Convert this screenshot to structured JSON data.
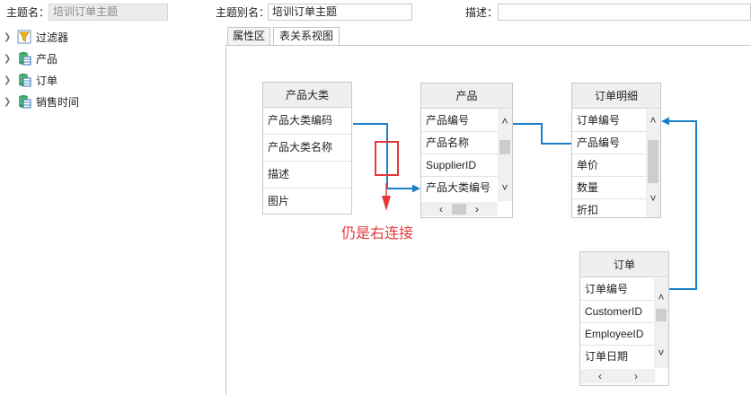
{
  "header": {
    "theme_name_label": "主题名：",
    "theme_name_value": "培训订单主题",
    "alias_label": "主题别名：",
    "alias_value": "培训订单主题",
    "desc_label": "描述：",
    "desc_value": ""
  },
  "tree": {
    "items": [
      {
        "label": "过滤器",
        "icon": "filter-icon"
      },
      {
        "label": "产品",
        "icon": "table-icon"
      },
      {
        "label": "订单",
        "icon": "table-icon"
      },
      {
        "label": "销售时间",
        "icon": "table-icon"
      }
    ]
  },
  "tabs": [
    {
      "label": "属性区",
      "active": false
    },
    {
      "label": "表关系视图",
      "active": true
    }
  ],
  "tables": {
    "category": {
      "title": "产品大类",
      "fields": [
        "产品大类编码",
        "产品大类名称",
        "描述",
        "图片"
      ]
    },
    "product": {
      "title": "产品",
      "fields": [
        "产品编号",
        "产品名称",
        "SupplierID",
        "产品大类编号"
      ]
    },
    "order_detail": {
      "title": "订单明细",
      "fields": [
        "订单编号",
        "产品编号",
        "单价",
        "数量",
        "折扣"
      ]
    },
    "order": {
      "title": "订单",
      "fields": [
        "订单编号",
        "CustomerID",
        "EmployeeID",
        "订单日期"
      ]
    }
  },
  "annotation": {
    "text": "仍是右连接",
    "color": "#e5383b"
  },
  "colors": {
    "link": "#1a7fc7",
    "annotation": "#e5383b"
  }
}
